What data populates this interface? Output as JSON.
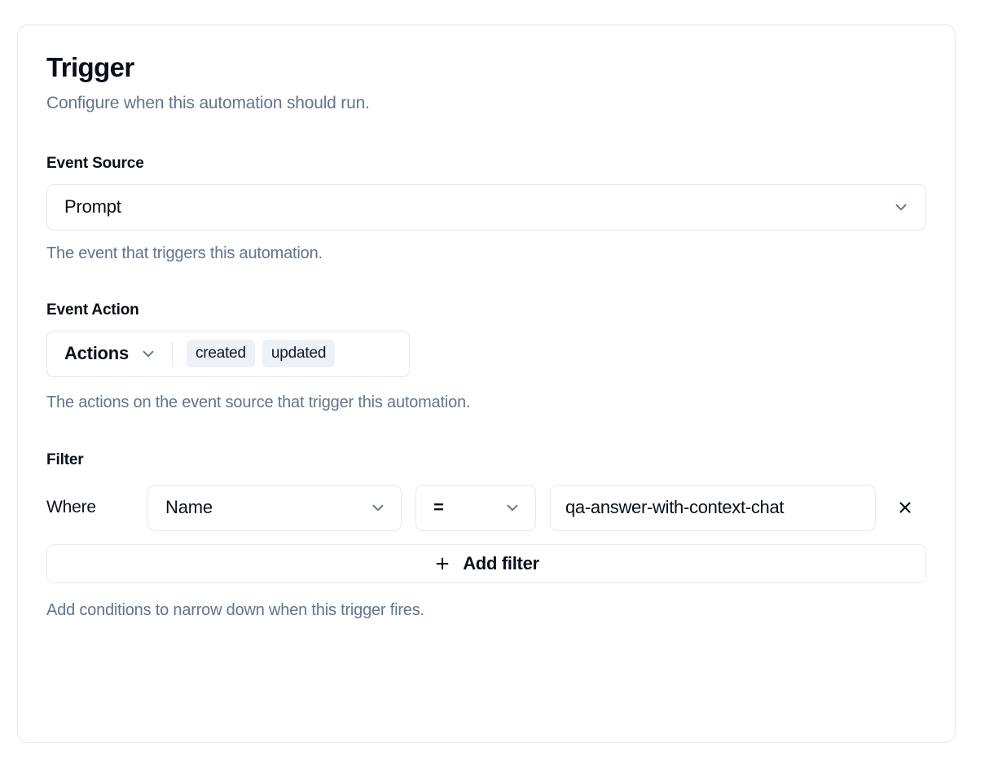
{
  "card": {
    "title": "Trigger",
    "subtitle": "Configure when this automation should run."
  },
  "event_source": {
    "label": "Event Source",
    "value": "Prompt",
    "help": "The event that triggers this automation.",
    "chevron_icon": "chevron-down-icon"
  },
  "event_action": {
    "label": "Event Action",
    "dropdown_label": "Actions",
    "chips": [
      "created",
      "updated"
    ],
    "help": "The actions on the event source that trigger this automation.",
    "chevron_icon": "chevron-down-icon"
  },
  "filter": {
    "label": "Filter",
    "where_label": "Where",
    "field": "Name",
    "operator": "=",
    "value": "qa-answer-with-context-chat",
    "remove_icon": "close-icon",
    "add_label": "Add filter",
    "add_icon": "plus-icon",
    "help": "Add conditions to narrow down when this trigger fires."
  },
  "colors": {
    "card_border": "#e6e8ef",
    "text_primary": "#0a0f1c",
    "text_muted": "#64748b",
    "chip_bg": "#eef1f7",
    "chevron": "#64748b"
  }
}
